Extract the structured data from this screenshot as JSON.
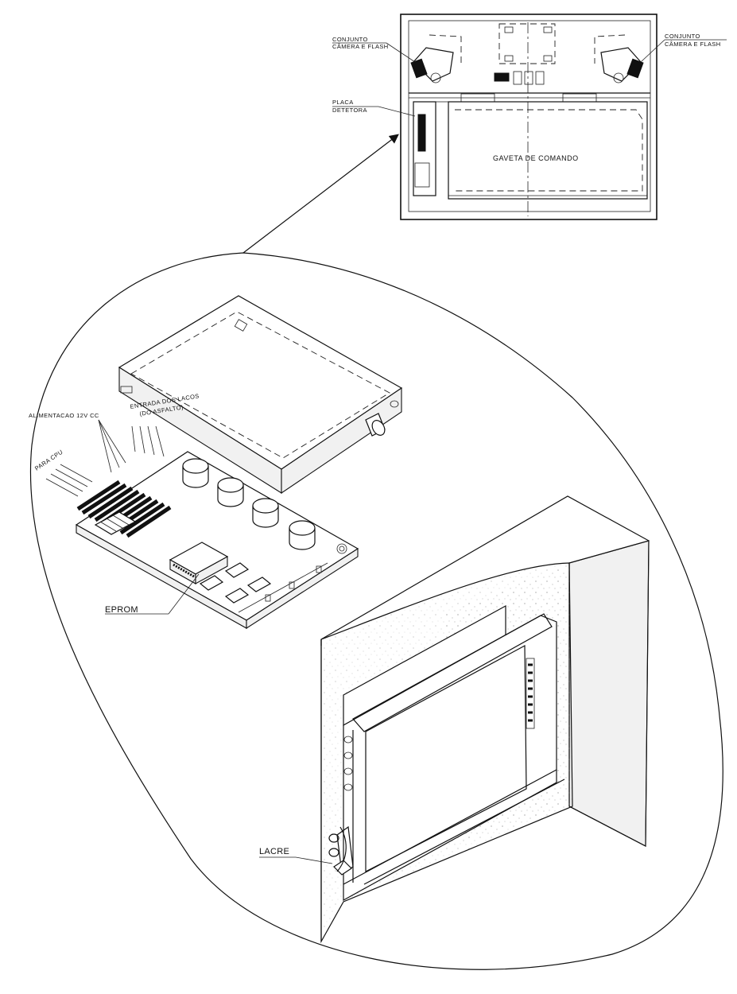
{
  "top_view": {
    "label_camera_left_line1": "CONJUNTO",
    "label_camera_left_line2": "CÂMERA E FLASH",
    "label_camera_right_line1": "CONJUNTO",
    "label_camera_right_line2": "CÂMERA E FLASH",
    "label_board_line1": "PLACA",
    "label_board_line2": "DETETORA",
    "label_drawer": "GAVETA DE COMANDO"
  },
  "detector_board": {
    "label_power": "ALIMENTACAO 12V CC",
    "label_loops_line1": "ENTRADA DOS LACOS",
    "label_loops_line2": "(DO ASFALTO)",
    "label_cpu": "PARA CPU",
    "label_eprom": "EPROM"
  },
  "cabinet": {
    "label_seal": "LACRE"
  }
}
